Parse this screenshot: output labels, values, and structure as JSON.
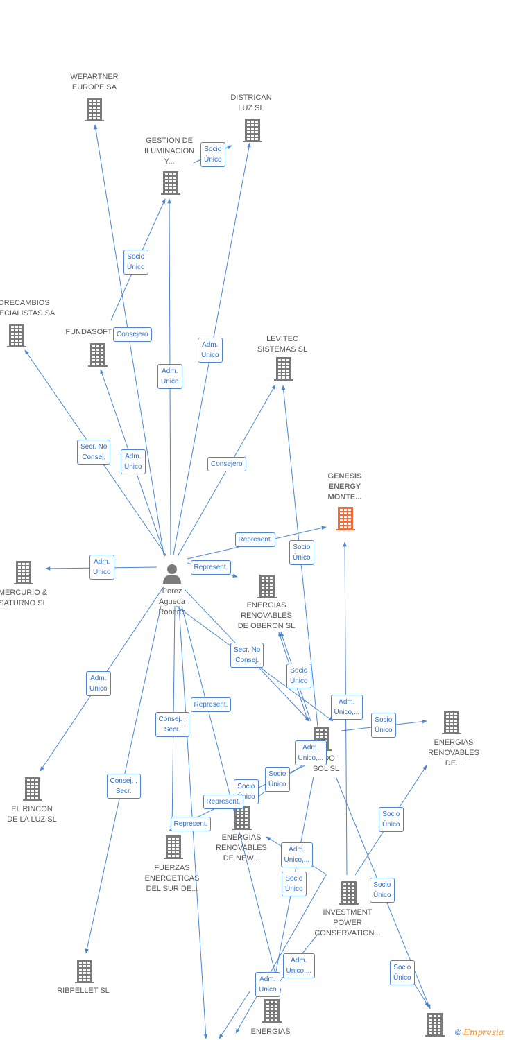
{
  "colors": {
    "edge": "#4a86d0",
    "building": "#7a7a7a",
    "building_main": "#f26b3a",
    "label": "#555555",
    "rel": "#2f6ec3"
  },
  "person": {
    "name": "Perez\nAgueda\nRoberto",
    "icon": "person-icon"
  },
  "companies": [
    {
      "key": "wepartner",
      "label": "WEPARTNER\nEUROPE SA"
    },
    {
      "key": "districan",
      "label": "DISTRICAN\nLUZ SL"
    },
    {
      "key": "gestion",
      "label": "GESTION DE\nILUMINACION\nY..."
    },
    {
      "key": "florecambios",
      "label": "FLORECAMBIOS\nESPECIALISTAS SA"
    },
    {
      "key": "fundasoft",
      "label": "FUNDASOFT"
    },
    {
      "key": "levitec",
      "label": "LEVITEC\nSISTEMAS SL"
    },
    {
      "key": "genesis",
      "label": "GENESIS\nENERGY\nMONTE...",
      "main": true
    },
    {
      "key": "mercurio",
      "label": "MERCURIO &\nSATURNO SL"
    },
    {
      "key": "oberon",
      "label": "ENERGIAS\nRENOVABLES\nDE OBERON SL"
    },
    {
      "key": "dorado",
      "label": "...DO\nSOL SL"
    },
    {
      "key": "er_de",
      "label": "ENERGIAS\nRENOVABLES\nDE..."
    },
    {
      "key": "rincon",
      "label": "EL RINCON\nDE LA LUZ SL"
    },
    {
      "key": "new",
      "label": "ENERGIAS\nRENOVABLES\nDE NEW..."
    },
    {
      "key": "fuerzas",
      "label": "FUERZAS\nENERGETICAS\nDEL SUR DE..."
    },
    {
      "key": "investment",
      "label": "INVESTMENT\nPOWER\nCONSERVATION..."
    },
    {
      "key": "ribpellet",
      "label": "RIBPELLET SL"
    },
    {
      "key": "energias_b",
      "label": "ENERGIAS"
    },
    {
      "key": "corner",
      "label": ""
    }
  ],
  "relations": [
    "Socio\nÚnico",
    "Socio\nÚnico",
    "Consejero",
    "Adm.\nUnico",
    "Adm.\nUnico",
    "Secr. No\nConsej.",
    "Adm.\nUnico",
    "Consejero",
    "Represent.",
    "Socio\nÚnico",
    "Adm.\nUnico",
    "Represent.",
    "Secr. No\nConsej.",
    "Socio\nÚnico",
    "Adm.\nUnico",
    "Adm.\nUnico,...",
    "Socio\nÚnico",
    "Represent.",
    "Consej. ,\nSecr.",
    "Adm.\nUnico,...",
    "Socio\nÚnico",
    "Socio\nÚnico",
    "Consej. ,\nSecr.",
    "Represent.",
    "Represent.",
    "Adm.\nUnico,...",
    "Socio\nÚnico",
    "Socio\nÚnico",
    "Socio\nÚnico",
    "Adm.\nUnico,...",
    "Adm.\nUnico",
    "Socio\nÚnico"
  ],
  "footer": {
    "copyright": "©",
    "brand": "Empresia"
  }
}
